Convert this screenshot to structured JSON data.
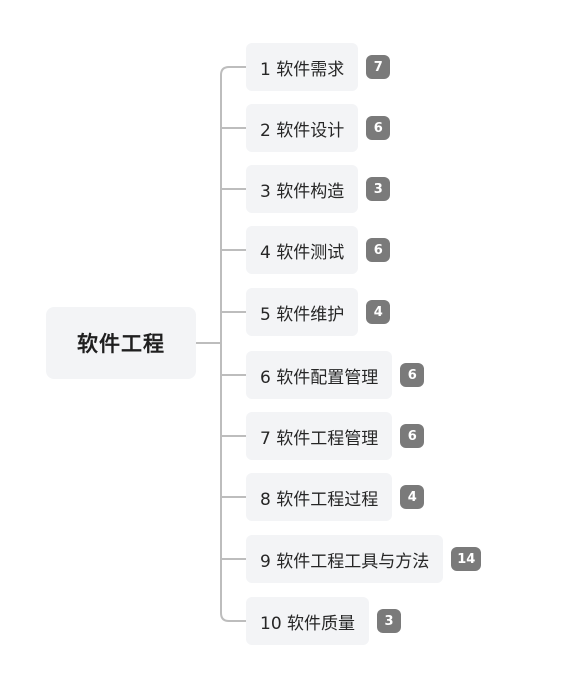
{
  "root": {
    "label": "软件工程"
  },
  "branches": [
    {
      "label": "1 软件需求",
      "count": "7"
    },
    {
      "label": "2 软件设计",
      "count": "6"
    },
    {
      "label": "3 软件构造",
      "count": "3"
    },
    {
      "label": "4 软件测试",
      "count": "6"
    },
    {
      "label": "5 软件维护",
      "count": "4"
    },
    {
      "label": "6 软件配置管理",
      "count": "6"
    },
    {
      "label": "7 软件工程管理",
      "count": "6"
    },
    {
      "label": "8 软件工程过程",
      "count": "4"
    },
    {
      "label": "9 软件工程工具与方法",
      "count": "14"
    },
    {
      "label": "10 软件质量",
      "count": "3"
    }
  ],
  "colors": {
    "node_background": "#f3f4f6",
    "connector": "#bdbdbd",
    "badge": "#7a7a7a"
  }
}
